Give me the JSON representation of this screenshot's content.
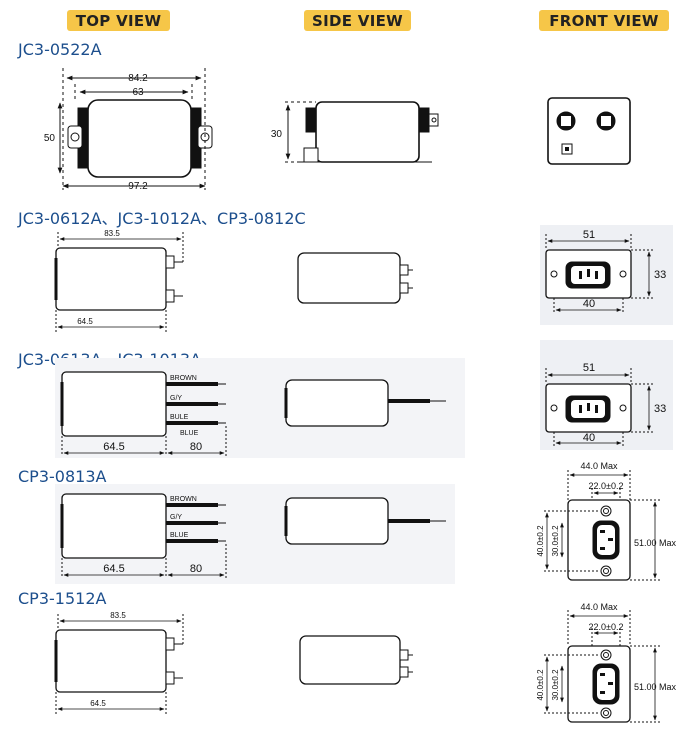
{
  "headers": {
    "top_view": "TOP VIEW",
    "side_view": "SIDE VIEW",
    "front_view": "FRONT VIEW"
  },
  "colors": {
    "header_bg": "#f6c648",
    "model_text": "#1d4f8d"
  },
  "models": {
    "m1": "JC3-0522A",
    "m2": "JC3-0612A、JC3-1012A、CP3-0812C",
    "m3": "JC3-0613A、JC3-1013A",
    "m4": "CP3-0813A",
    "m5": "CP3-1512A"
  },
  "dims": {
    "s1_top_w1": "84.2",
    "s1_top_w2": "63",
    "s1_top_h": "50",
    "s1_top_total": "97.2",
    "s1_side_h": "30",
    "s2_top_w": "83.5",
    "s2_top_body": "64.5",
    "s2_front_w": "51",
    "s2_front_h": "33",
    "s2_front_pitch": "40",
    "s3_body": "64.5",
    "s3_lead": "80",
    "s3_front_w": "51",
    "s3_front_h": "33",
    "s3_front_pitch": "40",
    "s4_body": "64.5",
    "s4_lead": "80",
    "s4_front_w": "44.0 Max",
    "s4_front_pitch": "22.0±0.2",
    "s4_front_h1": "40.0±0.2",
    "s4_front_h2": "30.0±0.2",
    "s4_front_h": "51.00 Max",
    "s5_top_w": "83.5",
    "s5_top_body": "64.5",
    "s5_front_w": "44.0 Max",
    "s5_front_pitch": "22.0±0.2",
    "s5_front_h1": "40.0±0.2",
    "s5_front_h2": "30.0±0.2",
    "s5_front_h": "51.00 Max"
  },
  "wires": {
    "brown": "BROWN",
    "gy": "G/Y",
    "blue_a": "BULE",
    "blue_b": "BLUE",
    "blue_c": "BLUE"
  }
}
